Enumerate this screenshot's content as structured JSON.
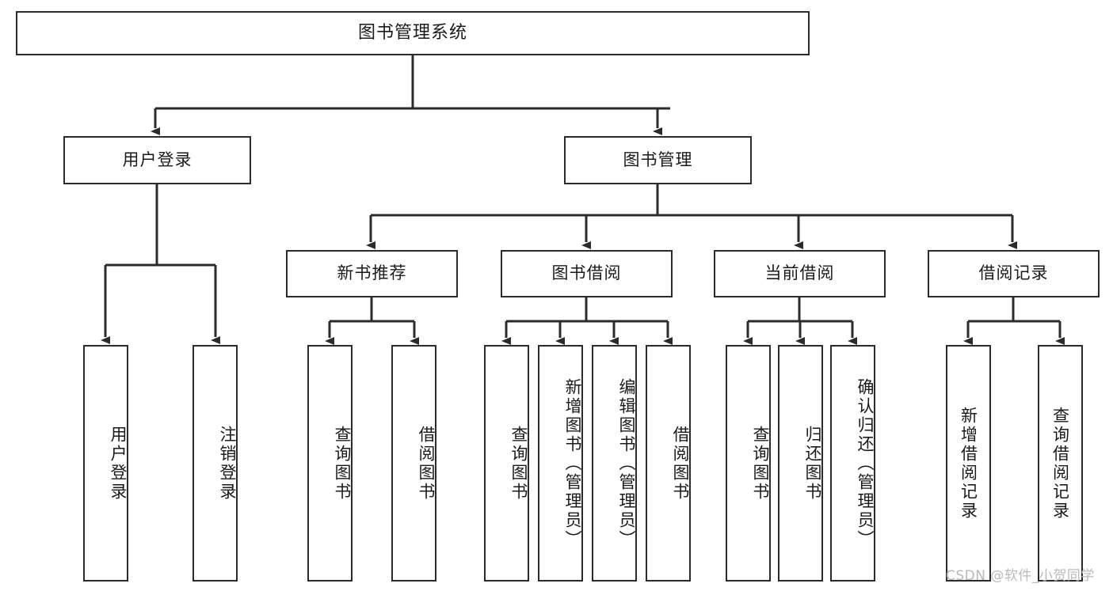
{
  "diagram": {
    "title": "图书管理系统",
    "type": "tree-hierarchy-diagram",
    "root": {
      "label": "图书管理系统"
    },
    "level2": [
      {
        "id": "user-login",
        "label": "用户登录"
      },
      {
        "id": "book-manage",
        "label": "图书管理"
      }
    ],
    "level3": [
      {
        "id": "new-book-recommend",
        "label": "新书推荐",
        "parent": "book-manage"
      },
      {
        "id": "book-borrow",
        "label": "图书借阅",
        "parent": "book-manage"
      },
      {
        "id": "current-borrow",
        "label": "当前借阅",
        "parent": "book-manage"
      },
      {
        "id": "borrow-record",
        "label": "借阅记录",
        "parent": "book-manage"
      }
    ],
    "leaves": [
      {
        "id": "leaf-user-login",
        "label": "用户登录",
        "parent": "user-login"
      },
      {
        "id": "leaf-logout-login",
        "label": "注销登录",
        "parent": "user-login"
      },
      {
        "id": "leaf-query-book-1",
        "label": "查询图书",
        "parent": "new-book-recommend"
      },
      {
        "id": "leaf-borrow-book-1",
        "label": "借阅图书",
        "parent": "new-book-recommend"
      },
      {
        "id": "leaf-query-book-2",
        "label": "查询图书",
        "parent": "book-borrow"
      },
      {
        "id": "leaf-add-book",
        "label": "新增图书（管理员）",
        "parent": "book-borrow"
      },
      {
        "id": "leaf-edit-book",
        "label": "编辑图书（管理员）",
        "parent": "book-borrow"
      },
      {
        "id": "leaf-borrow-book-2",
        "label": "借阅图书",
        "parent": "book-borrow"
      },
      {
        "id": "leaf-query-book-3",
        "label": "查询图书",
        "parent": "current-borrow"
      },
      {
        "id": "leaf-return-book",
        "label": "归还图书",
        "parent": "current-borrow"
      },
      {
        "id": "leaf-confirm-return",
        "label": "确认归还（管理员）",
        "parent": "current-borrow"
      },
      {
        "id": "leaf-add-record",
        "label": "新增借阅记录",
        "parent": "borrow-record"
      },
      {
        "id": "leaf-query-record",
        "label": "查询借阅记录",
        "parent": "borrow-record"
      }
    ],
    "watermark": "CSDN @软件_小贺同学",
    "colors": {
      "stroke": "#2b2b2b",
      "fill": "#ffffff",
      "text": "#1a1a1a",
      "watermark": "#b9b9b9"
    }
  }
}
